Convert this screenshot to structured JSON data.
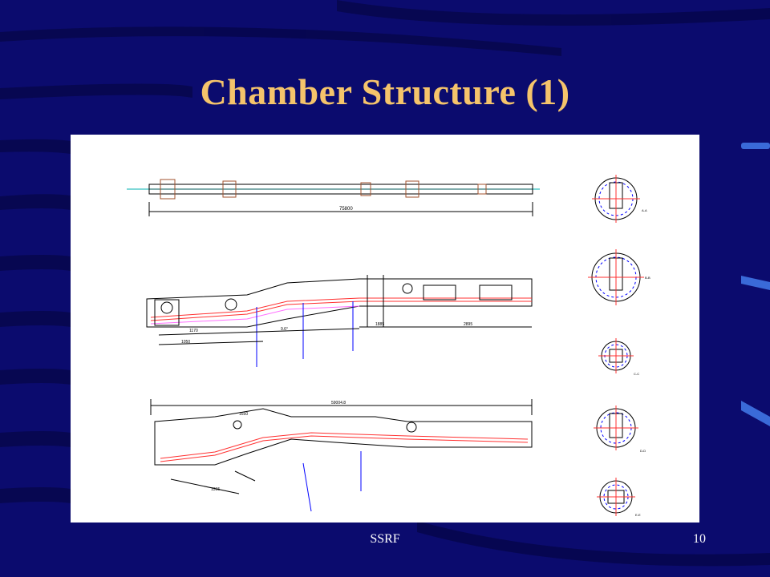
{
  "slide": {
    "title": "Chamber Structure (1)",
    "footer": "SSRF",
    "page_number": "10"
  },
  "drawing": {
    "top_view_dimension": "75800",
    "side_view_dims": [
      "1170",
      "1050",
      "1885",
      "2895",
      "9.6°"
    ],
    "bottom_view_dims": [
      "59004.8",
      "1315",
      "1650"
    ],
    "section_labels": [
      "A-A",
      "B-B",
      "C-C",
      "D-D",
      "E-E"
    ]
  },
  "colors": {
    "background": "#0b0b6e",
    "title": "#f5c46b",
    "footer_text": "#ffffff",
    "drawing_paper": "#ffffff"
  }
}
